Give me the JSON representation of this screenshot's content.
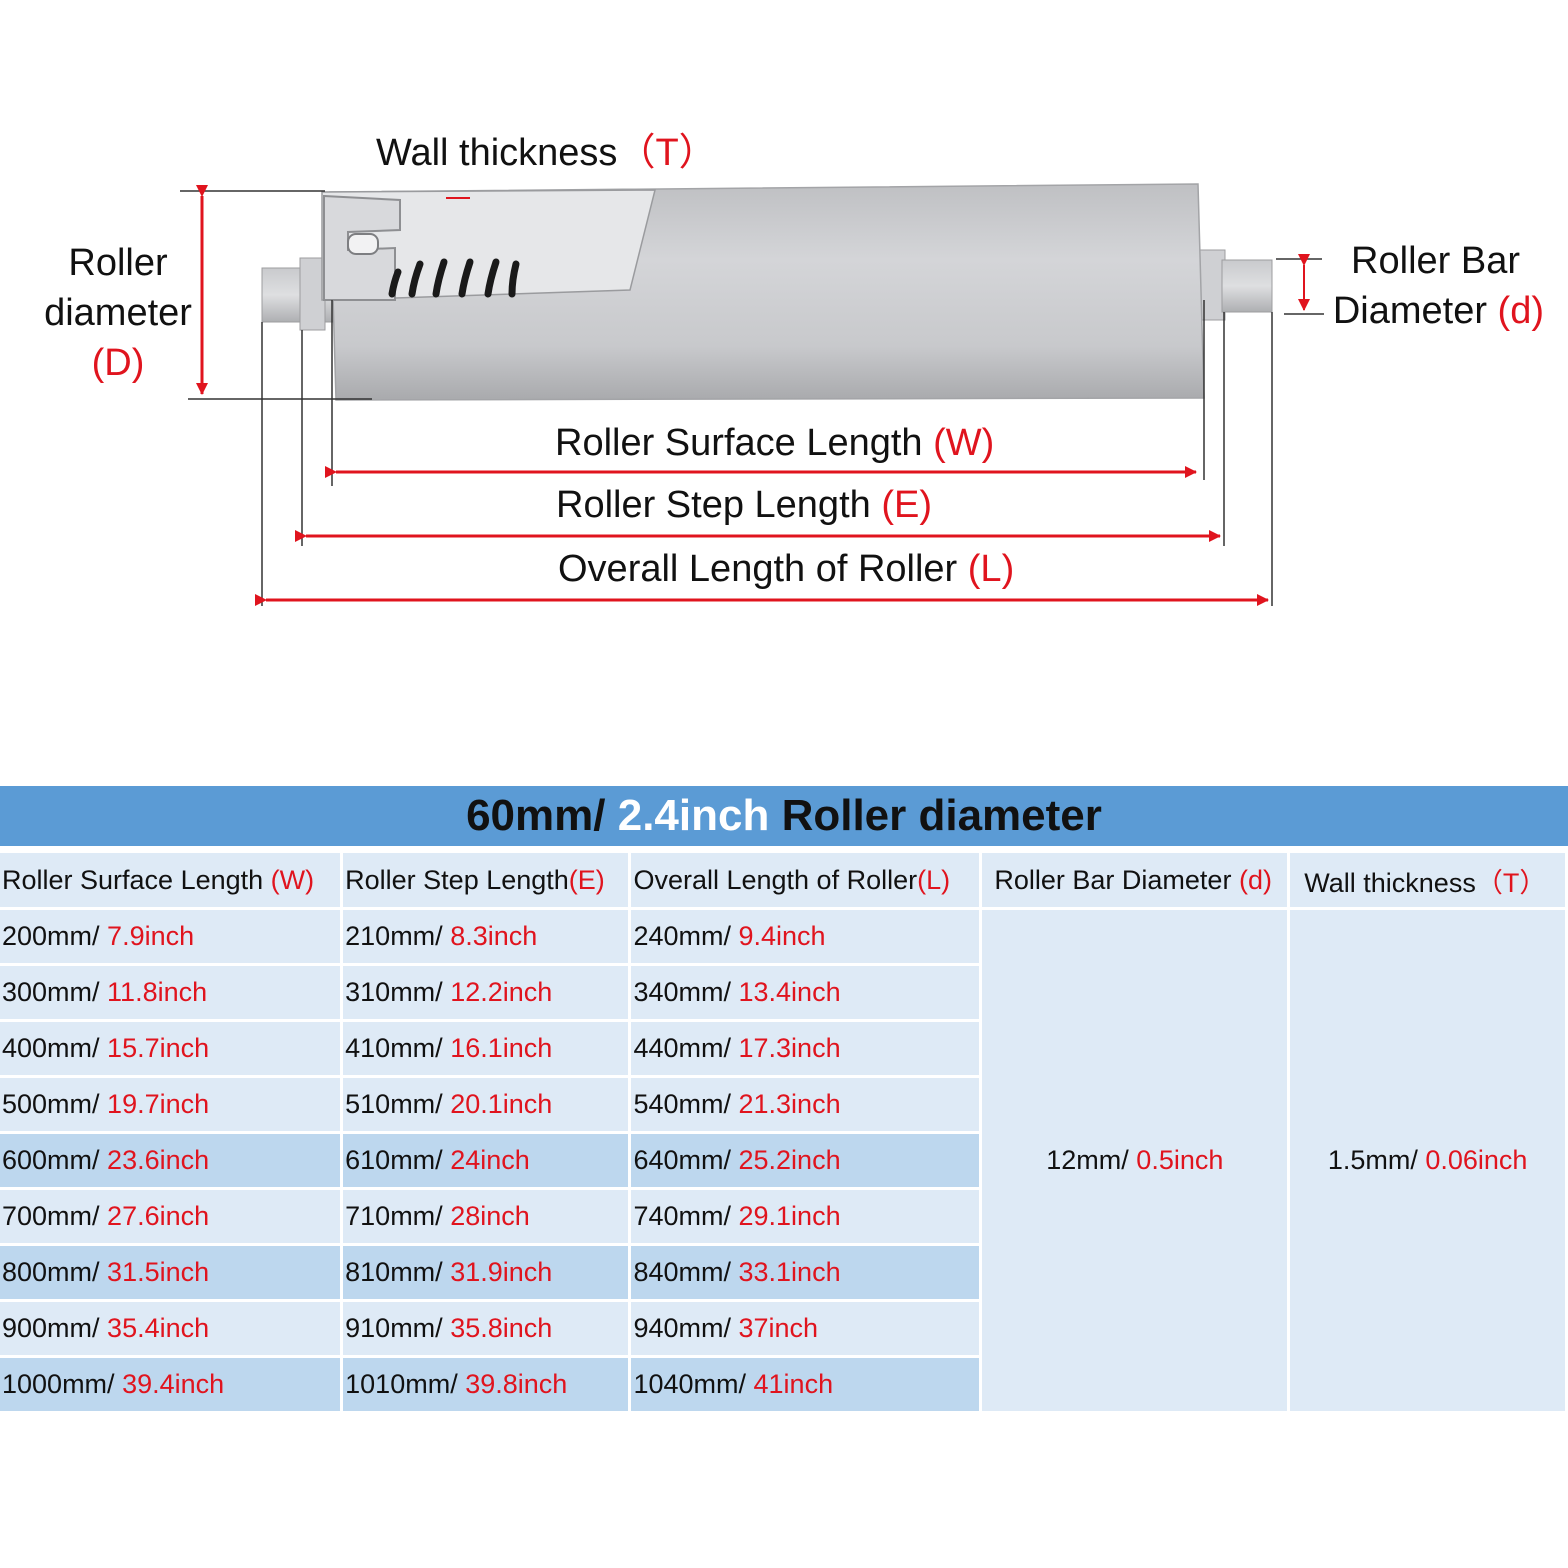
{
  "diagram": {
    "wall_thickness": {
      "text": "Wall thickness",
      "symbol": "（T）"
    },
    "roller_diameter": {
      "line1": "Roller",
      "line2": "diameter",
      "symbol": "(D)"
    },
    "roller_bar_diameter": {
      "line1": "Roller Bar",
      "line2": "Diameter",
      "symbol": "(d)"
    },
    "surface_length": {
      "text": "Roller Surface Length",
      "symbol": "(W)"
    },
    "step_length": {
      "text": "Roller Step Length",
      "symbol": "(E)"
    },
    "overall_length": {
      "text": "Overall Length of Roller",
      "symbol": "(L)"
    }
  },
  "colors": {
    "accent": "#e0141e",
    "title_bar": "#5b9bd5",
    "row_light": "#deeaf6",
    "row_dark": "#bdd7ee"
  },
  "table": {
    "title_part1": "60mm/ ",
    "title_part2": "2.4inch",
    "title_part3": " Roller diameter",
    "headers": [
      {
        "text": "Roller Surface Length ",
        "symbol": "(W)"
      },
      {
        "text": "Roller Step Length",
        "symbol": "(E)"
      },
      {
        "text": "Overall Length of Roller",
        "symbol": "(L)"
      },
      {
        "text": "Roller Bar Diameter ",
        "symbol": "(d)"
      },
      {
        "text": "Wall thickness",
        "symbol": "（T）"
      }
    ],
    "rows": [
      {
        "w_mm": "200mm/ ",
        "w_in": "7.9inch",
        "e_mm": "210mm/ ",
        "e_in": "8.3inch",
        "l_mm": "240mm/ ",
        "l_in": "9.4inch"
      },
      {
        "w_mm": "300mm/ ",
        "w_in": "11.8inch",
        "e_mm": "310mm/ ",
        "e_in": "12.2inch",
        "l_mm": "340mm/ ",
        "l_in": "13.4inch"
      },
      {
        "w_mm": "400mm/ ",
        "w_in": "15.7inch",
        "e_mm": "410mm/ ",
        "e_in": "16.1inch",
        "l_mm": "440mm/ ",
        "l_in": "17.3inch"
      },
      {
        "w_mm": "500mm/ ",
        "w_in": "19.7inch",
        "e_mm": "510mm/ ",
        "e_in": "20.1inch",
        "l_mm": "540mm/ ",
        "l_in": "21.3inch"
      },
      {
        "w_mm": "600mm/ ",
        "w_in": "23.6inch",
        "e_mm": "610mm/ ",
        "e_in": "24inch",
        "l_mm": "640mm/ ",
        "l_in": "25.2inch"
      },
      {
        "w_mm": "700mm/ ",
        "w_in": "27.6inch",
        "e_mm": "710mm/ ",
        "e_in": "28inch",
        "l_mm": "740mm/ ",
        "l_in": "29.1inch"
      },
      {
        "w_mm": "800mm/ ",
        "w_in": "31.5inch",
        "e_mm": "810mm/ ",
        "e_in": "31.9inch",
        "l_mm": "840mm/ ",
        "l_in": "33.1inch"
      },
      {
        "w_mm": "900mm/ ",
        "w_in": "35.4inch",
        "e_mm": "910mm/ ",
        "e_in": "35.8inch",
        "l_mm": "940mm/ ",
        "l_in": "37inch"
      },
      {
        "w_mm": "1000mm/ ",
        "w_in": "39.4inch",
        "e_mm": "1010mm/ ",
        "e_in": "39.8inch",
        "l_mm": "1040mm/ ",
        "l_in": "41inch"
      }
    ],
    "bar_diameter": {
      "mm": "12mm/ ",
      "in": "0.5inch"
    },
    "wall_thickness": {
      "mm": "1.5mm/ ",
      "in": "0.06inch"
    }
  }
}
